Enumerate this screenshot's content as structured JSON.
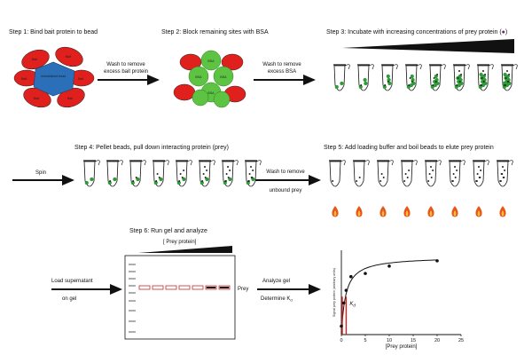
{
  "steps": {
    "s1": "Step 1: Bind bait protein to bead",
    "s2": "Step 2: Block remaining sites with BSA",
    "s3": "Step 3: Incubate with increasing concentrations of prey protein (",
    "s3_end": ")",
    "s4": "Step 4: Pellet beads, pull down interacting protein (prey)",
    "s5": "Step 5: Add loading buffer and boil beads to elute prey protein",
    "s6": "Step 6: Run gel and analyze"
  },
  "arrows": {
    "a1_line1": "Wash to remove",
    "a1_line2": "excess bait protein",
    "a2_line1": "Wash to remove",
    "a2_line2": "excess BSA",
    "spin": "Spin",
    "a4_line1": "Wash  to remove",
    "a4_line2": "unbound prey",
    "a6_line1": "Load supernatant",
    "a6_line2": "on gel",
    "a7_line1": "Analyze gel",
    "a7_line2": "Determine K"
  },
  "labels": {
    "bait": "Bait",
    "bead": "Immobilized bead",
    "bsa": "BSA",
    "gel_header": "[ Prey protein]",
    "prey_band": "Prey"
  },
  "chart_data": {
    "type": "scatter",
    "x": [
      0,
      0.5,
      1,
      2,
      5,
      10,
      20
    ],
    "y": [
      8,
      30,
      42,
      55,
      58,
      65,
      70
    ],
    "fit": "saturation curve",
    "kd_marker": 1,
    "kd_label": "K",
    "kd_sub": "d",
    "xlabel": "[Prey protein]",
    "ylabel": "Signal prey protein (arbitrary units)",
    "xlim": [
      0,
      25
    ],
    "ylim": [
      0,
      80
    ],
    "xticks": [
      "0",
      "5",
      "10",
      "15",
      "20",
      "25"
    ],
    "grid": false
  },
  "colors": {
    "bait": "#e0201c",
    "bead": "#2a6fb7",
    "bsa": "#5cc442",
    "prey": "#2f9a38",
    "flame": "#e8561c",
    "gel_band": "#c42a2a"
  }
}
